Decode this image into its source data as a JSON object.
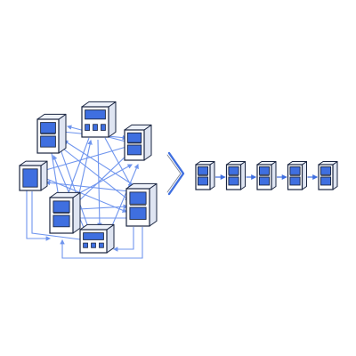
{
  "colors": {
    "accent": "#3f6fe0",
    "accent_light": "#6f95ee",
    "outline": "#1a2540",
    "panel": "#ffffff",
    "shade": "#dfe5f2",
    "background": "#ffffff"
  },
  "left_cluster": {
    "label": "",
    "devices": [
      {
        "id": "d1",
        "kind": "tower",
        "icon": "server-box-icon"
      },
      {
        "id": "d2",
        "kind": "wide-panel",
        "icon": "control-panel-icon"
      },
      {
        "id": "d3",
        "kind": "tower",
        "icon": "server-box-icon"
      },
      {
        "id": "d4",
        "kind": "small-box",
        "icon": "monitor-box-icon"
      },
      {
        "id": "d5",
        "kind": "tower-large",
        "icon": "server-box-icon"
      },
      {
        "id": "d6",
        "kind": "tower-large",
        "icon": "server-box-icon"
      },
      {
        "id": "d7",
        "kind": "wide-panel",
        "icon": "control-panel-icon"
      }
    ]
  },
  "transition_icon": "chevron-right-icon",
  "right_pipeline": {
    "label": "",
    "devices": [
      {
        "id": "p1",
        "icon": "server-box-icon"
      },
      {
        "id": "p2",
        "icon": "server-box-icon"
      },
      {
        "id": "p3",
        "icon": "server-box-icon"
      },
      {
        "id": "p4",
        "icon": "server-box-icon"
      },
      {
        "id": "p5",
        "icon": "server-box-icon"
      }
    ]
  }
}
